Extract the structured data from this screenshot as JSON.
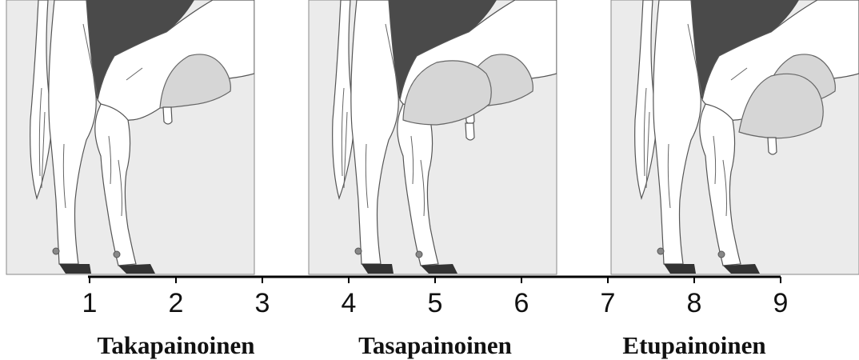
{
  "scale": {
    "numbers": [
      "1",
      "2",
      "3",
      "4",
      "5",
      "6",
      "7",
      "8",
      "9"
    ]
  },
  "categories": [
    {
      "label": "Takapainoinen"
    },
    {
      "label": "Tasapainoinen"
    },
    {
      "label": "Etupainoinen"
    }
  ],
  "colors": {
    "panel_fill": "#ebebeb",
    "panel_border": "#8a8a8a",
    "body_dark": "#4a4a4a",
    "leg_fill": "#ffffff",
    "udder_fill": "#d6d6d6",
    "hoof": "#333333",
    "line": "#000000"
  }
}
